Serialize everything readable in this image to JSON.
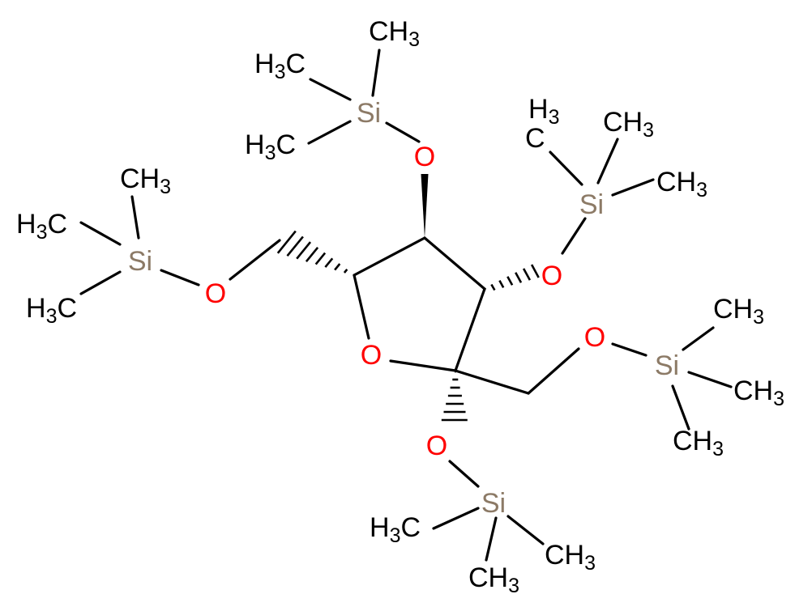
{
  "colors": {
    "background": "#ffffff",
    "bond": "#000000",
    "carbon_label": "#000000",
    "oxygen": "#ff0000",
    "silicon": "#8c7a66"
  },
  "atoms": {
    "si_top": "Si",
    "o_top": "O",
    "si_right": "Si",
    "o_right": "O",
    "si_left": "Si",
    "o_left": "O",
    "o_ring": "O",
    "si_far_right": "Si",
    "o_far_right": "O",
    "si_bottom": "Si",
    "o_bottom": "O"
  },
  "methyls": {
    "top_1": {
      "main": "CH",
      "sub": "3"
    },
    "top_2": {
      "main": "H",
      "sub": "3",
      "tail": "C"
    },
    "top_3": {
      "main": "H",
      "sub": "3",
      "tail": "C"
    },
    "right_1": {
      "main": "H",
      "sub": "3",
      "tail": "C"
    },
    "right_2": {
      "main": "CH",
      "sub": "3"
    },
    "right_3": {
      "main": "CH",
      "sub": "3"
    },
    "left_1": {
      "main": "CH",
      "sub": "3"
    },
    "left_2": {
      "main": "H",
      "sub": "3",
      "tail": "C"
    },
    "left_3": {
      "main": "H",
      "sub": "3",
      "tail": "C"
    },
    "far_right_1": {
      "main": "CH",
      "sub": "3"
    },
    "far_right_2": {
      "main": "CH",
      "sub": "3"
    },
    "far_right_3": {
      "main": "CH",
      "sub": "3"
    },
    "bottom_1": {
      "main": "H",
      "sub": "3",
      "tail": "C"
    },
    "bottom_2": {
      "main": "CH",
      "sub": "3"
    },
    "bottom_3": {
      "main": "CH",
      "sub": "3"
    }
  }
}
